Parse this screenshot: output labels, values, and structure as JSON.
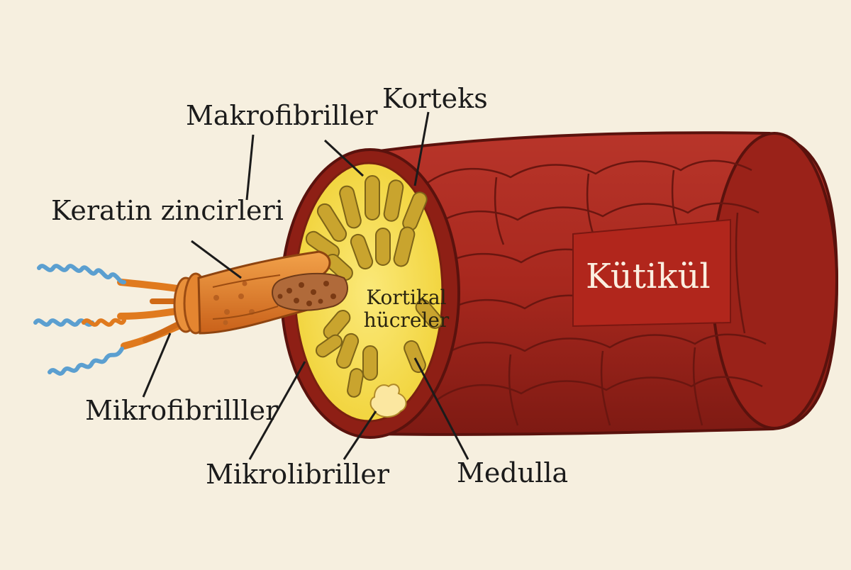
{
  "labels": {
    "makrofibriller": "Makrofibriller",
    "korteks": "Korteks",
    "keratin": "Keratin zincirleri",
    "mikrofibriller": "Mikrofibrilller",
    "mikrolibriller": "Mikrolibriller",
    "medulla": "Medulla",
    "kortikal_line1": "Kortikal",
    "kortikal_line2": "hücreler",
    "kutikul": "Kütikül"
  },
  "colors": {
    "background": "#f6efdf",
    "cuticle": "#a8281e",
    "cuticle_dark": "#6e1510",
    "cortex": "#f5dd4a",
    "cortex_rim": "#9a2a16",
    "fiber": "#e07a1e",
    "helix": "#5b9fd0"
  }
}
